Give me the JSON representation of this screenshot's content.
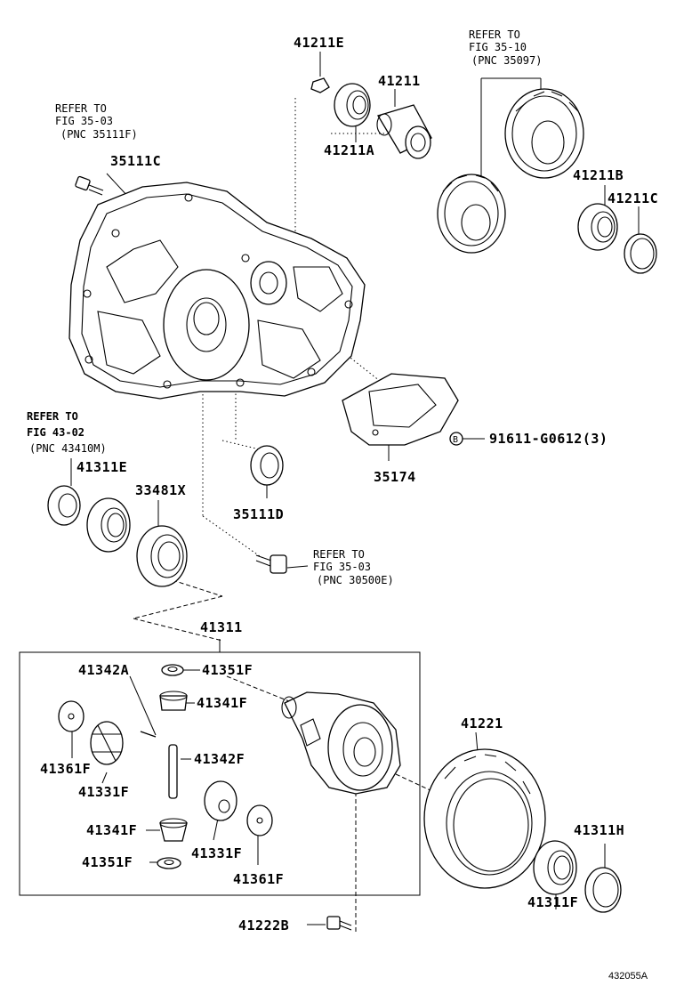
{
  "figure_id": "432055A",
  "parts": {
    "p41211E": "41211E",
    "p41211": "41211",
    "p41211A": "41211A",
    "p41211B": "41211B",
    "p41211C": "41211C",
    "p35111C": "35111C",
    "p35174": "35174",
    "p35111D": "35111D",
    "p41311E": "41311E",
    "p33481X": "33481X",
    "p41311": "41311",
    "p41342A": "41342A",
    "p41351F_a": "41351F",
    "p41341F_a": "41341F",
    "p41342F": "41342F",
    "p41361F_a": "41361F",
    "p41331F_a": "41331F",
    "p41341F_b": "41341F",
    "p41331F_b": "41331F",
    "p41351F_b": "41351F",
    "p41361F_b": "41361F",
    "p41221": "41221",
    "p41311H": "41311H",
    "p41311F": "41311F",
    "p41222B": "41222B",
    "p91611": "91611-G0612(3)",
    "circle_b": "B"
  },
  "refs": {
    "fig3510": {
      "l1": "REFER TO",
      "l2": "FIG 35-10",
      "l3": "(PNC 35097)"
    },
    "fig3503a": {
      "l1": "REFER TO",
      "l2": "FIG 35-03",
      "l3": "(PNC 35111F)"
    },
    "fig4302": {
      "l1": "REFER TO",
      "l2": "FIG 43-02",
      "l3": "(PNC 43410M)"
    },
    "fig3503b": {
      "l1": "REFER TO",
      "l2": "FIG 35-03",
      "l3": "(PNC 30500E)"
    }
  }
}
